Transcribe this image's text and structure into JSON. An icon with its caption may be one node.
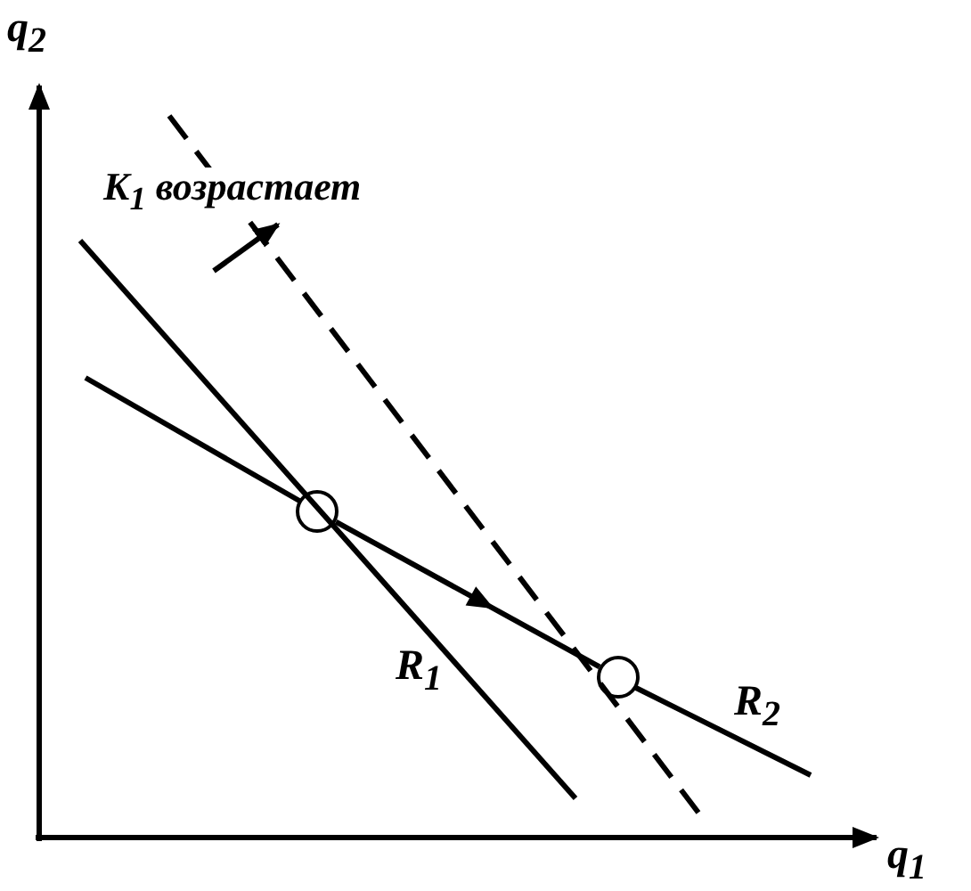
{
  "diagram": {
    "nodes": [
      {
        "text": [],
        "shape": "circle"
      },
      {
        "text": [],
        "shape": "circle"
      }
    ],
    "edges": [
      {
        "from": 0,
        "to": 1,
        "arrow": "to"
      }
    ],
    "labels": [
      "q$_{2}$",
      "K$_{1}$ возрастает",
      "R$_{1}$",
      "R$_{2}$",
      "q$_{1}$"
    ]
  }
}
